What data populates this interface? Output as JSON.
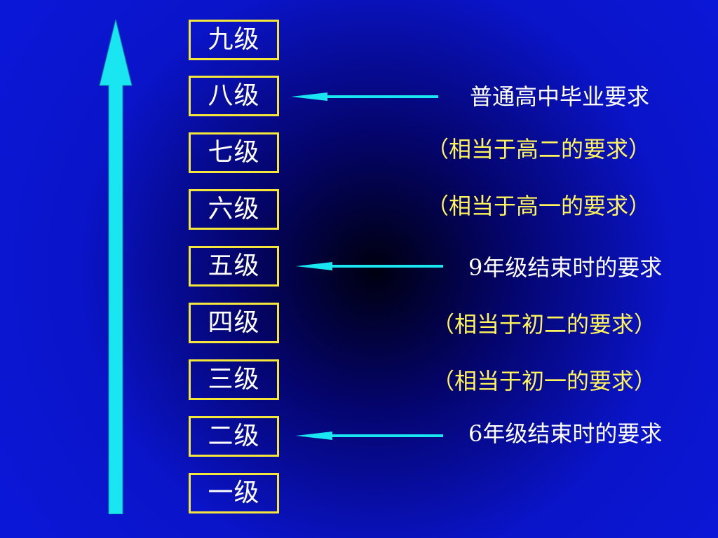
{
  "levels": [
    "九级",
    "八级",
    "七级",
    "六级",
    "五级",
    "四级",
    "三级",
    "二级",
    "一级"
  ],
  "notes": {
    "level8": "普通高中毕业要求",
    "level7": "（相当于高二的要求）",
    "level6": "（相当于高一的要求）",
    "level5": "9年级结束时的要求",
    "level4": "（相当于初二的要求）",
    "level3": "（相当于初一的要求）",
    "level2": "6年级结束时的要求"
  },
  "colors": {
    "background": "#0b17d6",
    "box_border": "#f5e63c",
    "arrow": "#19e6f0",
    "white_text": "#ffffff",
    "yellow_text": "#fff45a"
  }
}
